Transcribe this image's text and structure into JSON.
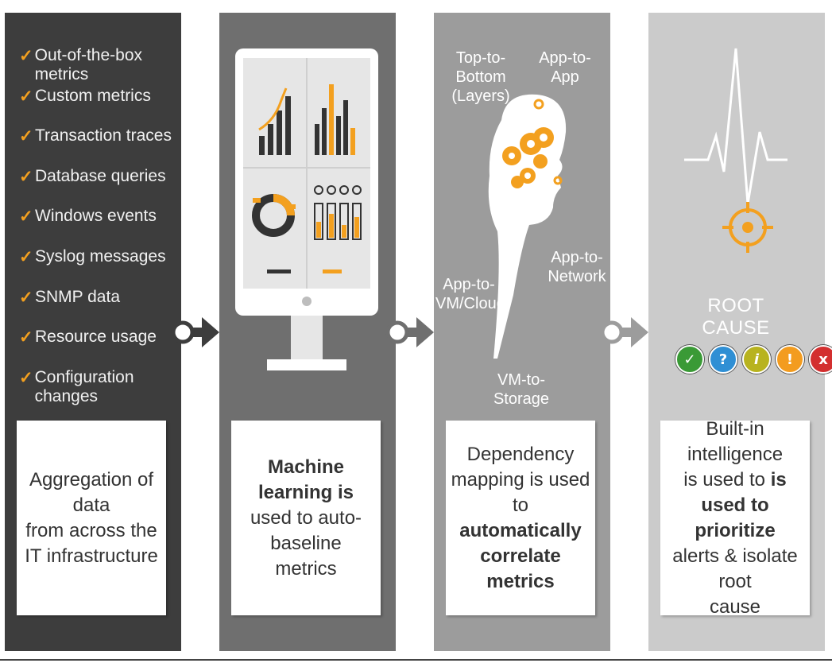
{
  "panel1": {
    "items": [
      "Out-of-the-box metrics",
      "Custom metrics",
      "Transaction traces",
      "Database queries",
      "Windows events",
      "Syslog messages",
      "SNMP data",
      "Resource usage",
      "Configuration changes"
    ],
    "caption_lines": [
      "Aggregation of data",
      "from across the",
      "IT infrastructure"
    ]
  },
  "panel2": {
    "caption_lines": [
      "Machine learning is",
      "used to auto-baseline",
      "metrics"
    ]
  },
  "panel3": {
    "labels": {
      "top_to_bottom": "Top-to-Bottom",
      "layers": "(Layers)",
      "app_to_app": "App-to-App",
      "app_to_network_1": "App-to-",
      "app_to_network_2": "Network",
      "app_to_vm_1": "App-to-",
      "app_to_vm_2": "VM/Cloud",
      "vm_to_storage": "VM-to-Storage"
    },
    "caption_lines": [
      "Dependency",
      "mapping is used to",
      "automatically",
      "correlate metrics"
    ]
  },
  "panel4": {
    "root_cause_label": "ROOT CAUSE",
    "statuses": [
      {
        "icon": "check-icon",
        "glyph": "✓",
        "color": "#3a9a36"
      },
      {
        "icon": "question-icon",
        "glyph": "?",
        "color": "#2f8fd4"
      },
      {
        "icon": "info-icon",
        "glyph": "i",
        "color": "#b8b31f"
      },
      {
        "icon": "warning-icon",
        "glyph": "!",
        "color": "#f39c1f"
      },
      {
        "icon": "error-icon",
        "glyph": "x",
        "color": "#d32f2f"
      }
    ],
    "caption_lines": [
      "Built-in intelligence",
      "is used to prioritize",
      "alerts & isolate root",
      "cause"
    ]
  },
  "colors": {
    "accent": "#f3a01f",
    "panel1": "#3d3d3d",
    "panel2": "#6f6f6f",
    "panel3": "#9c9c9c",
    "panel4": "#cbcbcb"
  }
}
